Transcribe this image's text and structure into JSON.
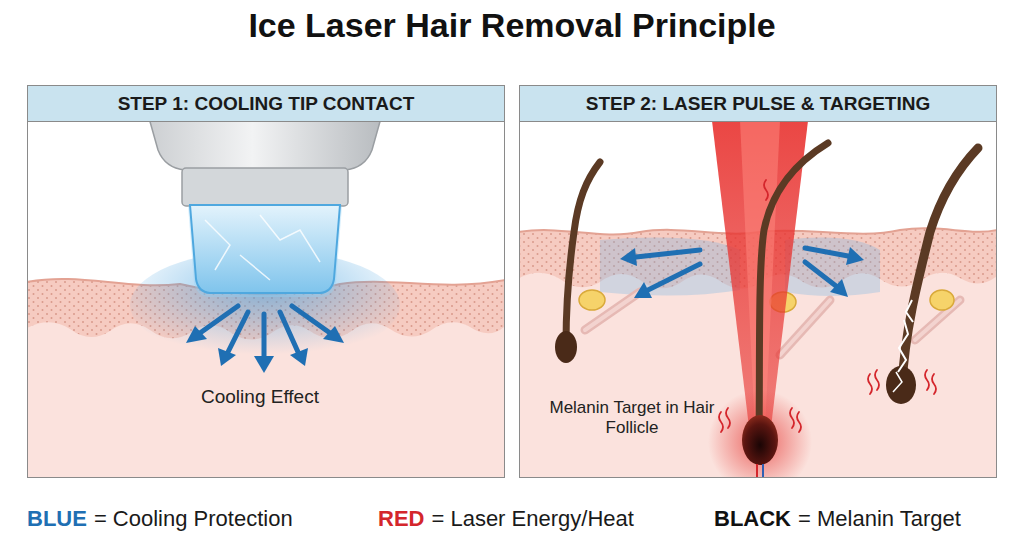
{
  "diagram": {
    "title": "Ice Laser Hair Removal Principle",
    "nodes": [
      {
        "text": [
          "STEP 1: COOLING TIP CONTACT"
        ]
      },
      {
        "text": [
          "STEP 2: LASER PULSE & TARGETING"
        ]
      }
    ],
    "labels": [
      "Cooling Effect",
      "Melanin Target in Hair Follicle",
      "BLUE",
      "RED",
      "BLACK"
    ],
    "legend": [
      {
        "text": "= Cooling Protection",
        "color": "#1f6fb3"
      },
      {
        "text": "= Laser Energy/Heat",
        "color": "#d4262c"
      },
      {
        "text": "= Melanin Target",
        "color": "#111111"
      }
    ]
  }
}
